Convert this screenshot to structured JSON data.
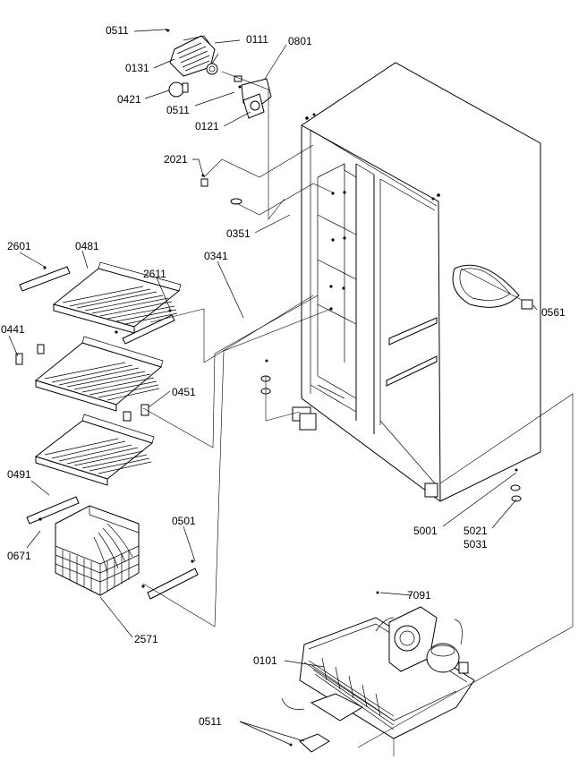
{
  "labels": {
    "p0511a": "0511",
    "p0111": "0111",
    "p0801": "0801",
    "p0131": "0131",
    "p0421": "0421",
    "p0511b": "0511",
    "p0121": "0121",
    "p2021": "2021",
    "p0351": "0351",
    "p2601": "2601",
    "p0481": "0481",
    "p2611": "2611",
    "p0341": "0341",
    "p0441": "0441",
    "p0451": "0451",
    "p0561": "0561",
    "p0491": "0491",
    "p0671": "0671",
    "p0501": "0501",
    "p2571": "2571",
    "p5001": "5001",
    "p5021": "5021",
    "p5031": "5031",
    "p7091": "7091",
    "p0101": "0101",
    "p0511c": "0511"
  }
}
